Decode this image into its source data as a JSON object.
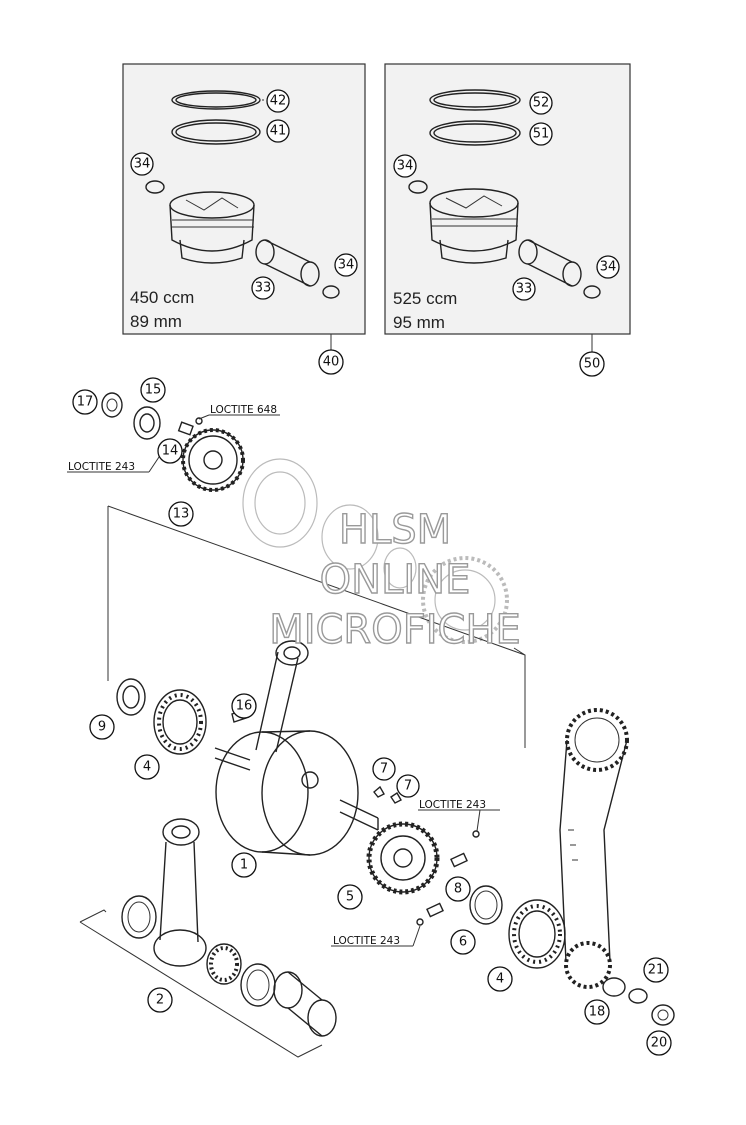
{
  "kit_450": {
    "displacement": "450 ccm",
    "bore": "89 mm",
    "part": "40",
    "ring_upper": "42",
    "ring_lower": "41",
    "circlip_left": "34",
    "circlip_right": "34",
    "pin": "33"
  },
  "kit_525": {
    "displacement": "525 ccm",
    "bore": "95 mm",
    "part": "50",
    "ring_upper": "52",
    "ring_lower": "51",
    "circlip_left": "34",
    "circlip_right": "34",
    "pin": "33"
  },
  "callouts": {
    "c1": "1",
    "c2": "2",
    "c4a": "4",
    "c4b": "4",
    "c5": "5",
    "c6": "6",
    "c7a": "7",
    "c7b": "7",
    "c8": "8",
    "c9": "9",
    "c13": "13",
    "c14": "14",
    "c15": "15",
    "c16": "16",
    "c17": "17",
    "c18": "18",
    "c20": "20",
    "c21": "21"
  },
  "loctite": {
    "l648": "LOCTITE 648",
    "l243_top": "LOCTITE 243",
    "l243_right": "LOCTITE 243",
    "l243_bottom": "LOCTITE 243"
  },
  "watermark": {
    "line1": "HLSM",
    "line2": "ONLINE",
    "line3": "MICROFICHE"
  }
}
